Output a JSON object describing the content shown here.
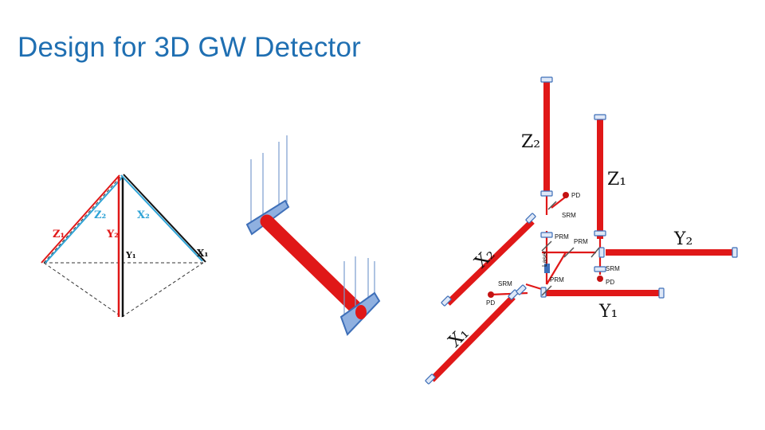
{
  "title": "Design for 3D GW Detector",
  "colors": {
    "title": "#1f6fb2",
    "arm_red": "#e01818",
    "mirror_blue": "#5b86c8",
    "z_arm_blue": "#2ea3d6",
    "black": "#111111"
  },
  "pyramid": {
    "labels": {
      "z1": "Z₁",
      "z2": "Z₂",
      "y2": "Y₂",
      "x2": "X₂",
      "y1": "Y₁",
      "x1": "X₁"
    }
  },
  "layout": {
    "arm_labels": {
      "z2": "Z₂",
      "z1": "Z₁",
      "y2": "Y₂",
      "y1": "Y₁",
      "x2": "X₂",
      "x1": "X₁"
    },
    "component_labels": {
      "pd_top": "PD",
      "srm_top": "SRM",
      "prm_left": "PRM",
      "prm_right": "PRM",
      "laser": "Laser",
      "srm_right": "SRM",
      "pd_right": "PD",
      "prm_bottom": "PRM",
      "srm_left": "SRM",
      "pd_left": "PD"
    }
  }
}
